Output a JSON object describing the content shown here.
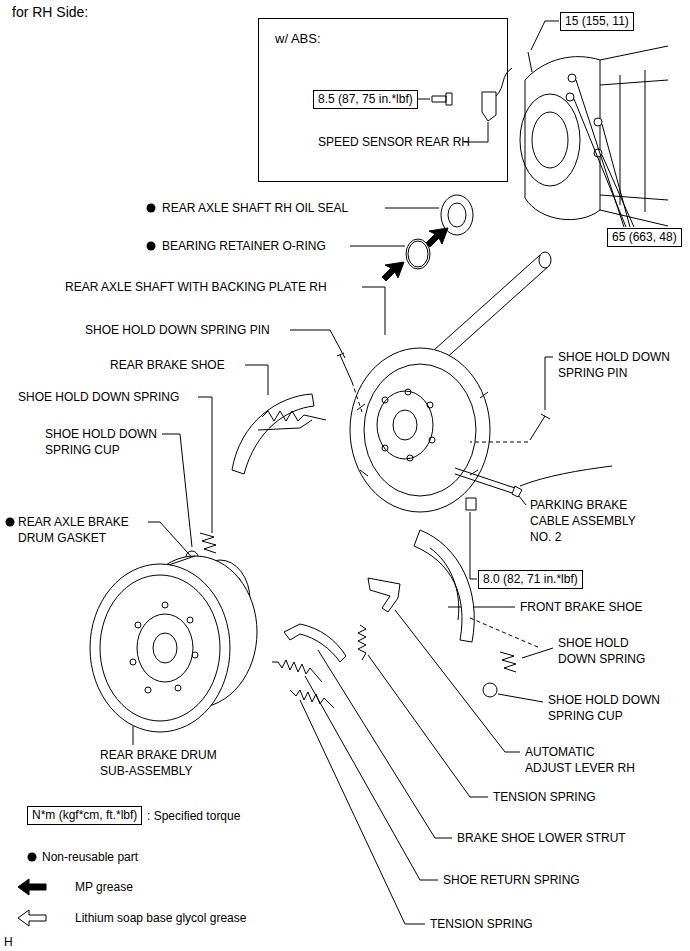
{
  "diagram": {
    "title": "for RH Side:",
    "nodes": [
      {
        "text": [
          "w/ ABS:"
        ]
      },
      {
        "text": [
          "8.5 (87, 75 in.*lbf)"
        ],
        "in": 0
      },
      {
        "text": [
          "15 (155, 11)"
        ]
      },
      {
        "text": [
          "65 (663, 48)"
        ]
      },
      {
        "text": [
          "8.0 (82, 71 in.*lbf)"
        ]
      },
      {
        "text": [
          "N*m (kgf*cm, ft.*lbf)"
        ]
      }
    ],
    "labels": [
      "SPEED SENSOR REAR RH",
      "REAR AXLE SHAFT RH OIL SEAL",
      "BEARING RETAINER O-RING",
      "REAR AXLE SHAFT WITH BACKING PLATE RH",
      "SHOE HOLD DOWN SPRING PIN",
      "REAR BRAKE SHOE",
      "SHOE HOLD DOWN SPRING PIN",
      "SHOE HOLD DOWN SPRING",
      "SHOE HOLD DOWN SPRING CUP",
      "REAR AXLE BRAKE DRUM GASKET",
      "PARKING BRAKE CABLE ASSEMBLY NO. 2",
      "FRONT BRAKE SHOE",
      "SHOE HOLD DOWN SPRING",
      "SHOE HOLD DOWN SPRING CUP",
      "REAR BRAKE DRUM SUB-ASSEMBLY",
      "AUTOMATIC ADJUST LEVER RH",
      "TENSION SPRING",
      "BRAKE SHOE LOWER STRUT",
      "SHOE RETURN SPRING",
      "TENSION SPRING",
      "H"
    ],
    "legend": [
      {
        "text": ": Specified torque"
      },
      {
        "text": "Non-reusable part"
      },
      {
        "text": "MP grease"
      },
      {
        "text": "Lithium soap base glycol grease"
      }
    ]
  }
}
